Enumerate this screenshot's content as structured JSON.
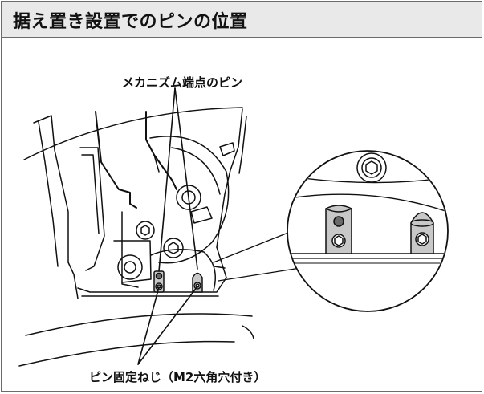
{
  "title": "据え置き設置でのピンの位置",
  "labels": {
    "mechanism_endpoint_pin": "メカニズム端点のピン",
    "pin_fixing_screw": "ピン固定ねじ（M2六角穴付き）"
  },
  "icons": {
    "hex_socket_bolt": "hex-socket-bolt-icon",
    "pin": "pin-icon",
    "fixing_screw": "fixing-screw-icon"
  },
  "colors": {
    "header_bg": "#e9e9e9",
    "line": "#111111",
    "pin_fill": "#c8c8c8",
    "pin_dot": "#6a6a6a"
  }
}
